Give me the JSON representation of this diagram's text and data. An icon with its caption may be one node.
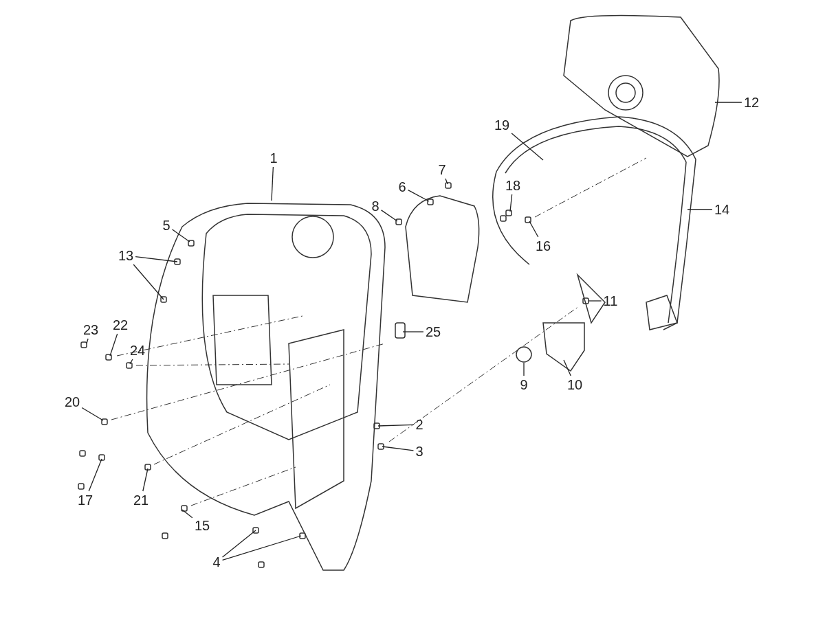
{
  "diagram": {
    "nodes": [
      {
        "text": [
          "1"
        ]
      },
      {
        "text": [
          "2"
        ]
      },
      {
        "text": [
          "3"
        ]
      },
      {
        "text": [
          "4"
        ]
      },
      {
        "text": [
          "5"
        ]
      },
      {
        "text": [
          "6"
        ]
      },
      {
        "text": [
          "7"
        ]
      },
      {
        "text": [
          "8"
        ]
      },
      {
        "text": [
          "9"
        ]
      },
      {
        "text": [
          "10"
        ]
      },
      {
        "text": [
          "11"
        ]
      },
      {
        "text": [
          "12"
        ]
      },
      {
        "text": [
          "13"
        ]
      },
      {
        "text": [
          "14"
        ]
      },
      {
        "text": [
          "15"
        ]
      },
      {
        "text": [
          "16"
        ]
      },
      {
        "text": [
          "17"
        ]
      },
      {
        "text": [
          "18"
        ]
      },
      {
        "text": [
          "19"
        ]
      },
      {
        "text": [
          "20"
        ]
      },
      {
        "text": [
          "21"
        ]
      },
      {
        "text": [
          "22"
        ]
      },
      {
        "text": [
          "23"
        ]
      },
      {
        "text": [
          "24"
        ]
      },
      {
        "text": [
          "25"
        ]
      }
    ],
    "edges": [
      {
        "from": 0,
        "to": null,
        "arrow": "none"
      },
      {
        "from": 1,
        "to": null,
        "arrow": "none"
      },
      {
        "from": 2,
        "to": null,
        "arrow": "none"
      },
      {
        "from": 3,
        "to": null,
        "arrow": "none"
      },
      {
        "from": 3,
        "to": null,
        "arrow": "none"
      },
      {
        "from": 4,
        "to": null,
        "arrow": "none"
      },
      {
        "from": 5,
        "to": null,
        "arrow": "none"
      },
      {
        "from": 6,
        "to": null,
        "arrow": "none"
      },
      {
        "from": 7,
        "to": null,
        "arrow": "none"
      },
      {
        "from": 8,
        "to": null,
        "arrow": "none"
      },
      {
        "from": 9,
        "to": null,
        "arrow": "none"
      },
      {
        "from": 10,
        "to": null,
        "arrow": "none"
      },
      {
        "from": 11,
        "to": null,
        "arrow": "none"
      },
      {
        "from": 12,
        "to": null,
        "arrow": "none"
      },
      {
        "from": 12,
        "to": null,
        "arrow": "none"
      },
      {
        "from": 13,
        "to": null,
        "arrow": "none"
      },
      {
        "from": 14,
        "to": null,
        "arrow": "none"
      },
      {
        "from": 15,
        "to": null,
        "arrow": "none"
      },
      {
        "from": 16,
        "to": null,
        "arrow": "none"
      },
      {
        "from": 17,
        "to": null,
        "arrow": "none"
      },
      {
        "from": 18,
        "to": null,
        "arrow": "none"
      },
      {
        "from": 19,
        "to": null,
        "arrow": "none"
      },
      {
        "from": 20,
        "to": null,
        "arrow": "none"
      },
      {
        "from": 21,
        "to": null,
        "arrow": "none"
      },
      {
        "from": 22,
        "to": null,
        "arrow": "none"
      },
      {
        "from": 23,
        "to": null,
        "arrow": "none"
      },
      {
        "from": 24,
        "to": null,
        "arrow": "none"
      }
    ]
  }
}
